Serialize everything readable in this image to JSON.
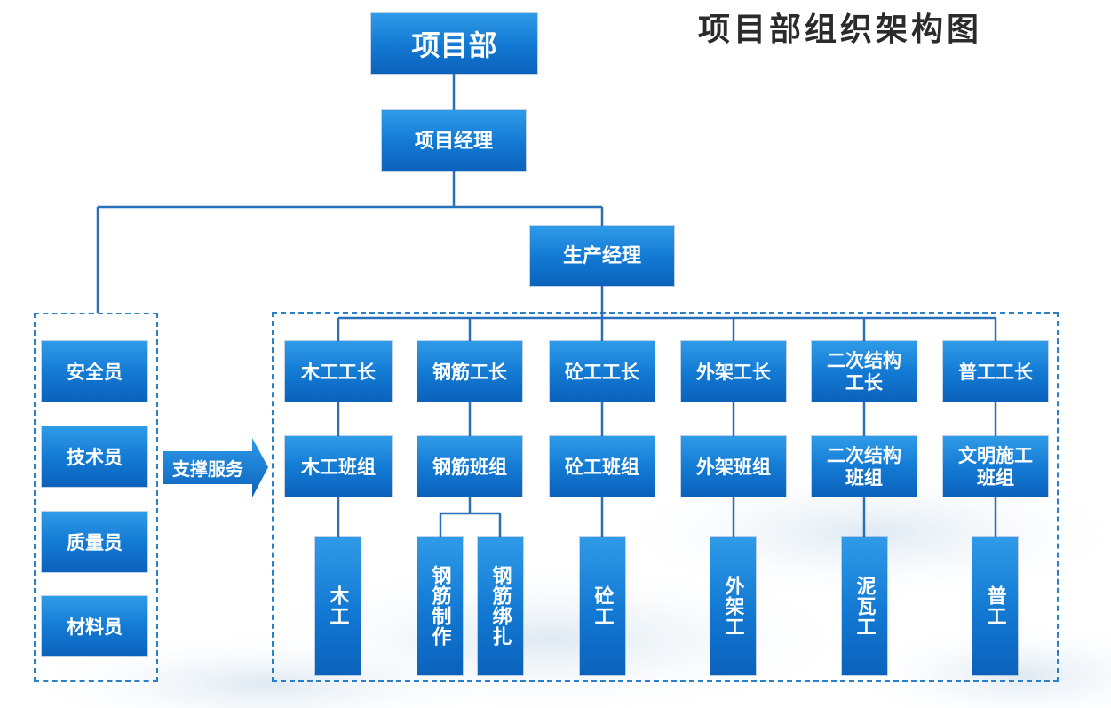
{
  "title": "项目部组织架构图",
  "top": "项目部",
  "manager": "项目经理",
  "production_manager": "生产经理",
  "support_label": "支撑服务",
  "support_staff": [
    "安全员",
    "技术员",
    "质量员",
    "材料员"
  ],
  "foremen": [
    [
      "木工工长"
    ],
    [
      "钢筋工长"
    ],
    [
      "砼工工长"
    ],
    [
      "外架工长"
    ],
    [
      "二次结构",
      "工长"
    ],
    [
      "普工工长"
    ]
  ],
  "teams": [
    [
      "木工班组"
    ],
    [
      "钢筋班组"
    ],
    [
      "砼工班组"
    ],
    [
      "外架班组"
    ],
    [
      "二次结构",
      "班组"
    ],
    [
      "文明施工",
      "班组"
    ]
  ],
  "workers": [
    "木工",
    "钢筋制作",
    "钢筋绑扎",
    "砼工",
    "外架工",
    "泥瓦工",
    "普工"
  ],
  "colors": {
    "box_top": "#2f9be8",
    "box_bottom": "#0b62bb",
    "line": "#2a6fb8",
    "dashed_border": "#2a7fc9",
    "title": "#2b2b2b"
  }
}
